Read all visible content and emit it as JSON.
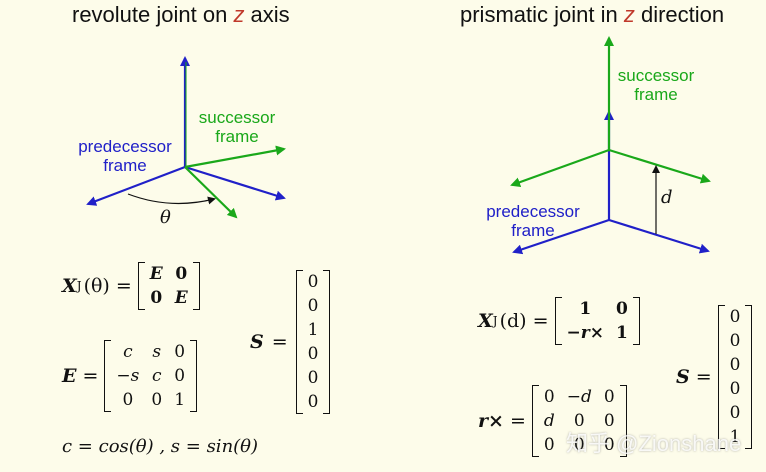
{
  "left": {
    "title_prefix": "revolute joint on ",
    "title_z": "z",
    "title_suffix": " axis",
    "successor_line1": "successor",
    "successor_line2": "frame",
    "predecessor_line1": "predecessor",
    "predecessor_line2": "frame",
    "angle_label": "θ",
    "xj_lhs": "X",
    "xj_sub": "J",
    "xj_arg": "(θ) =",
    "xj_matrix": [
      [
        "E",
        "0"
      ],
      [
        "0",
        "E"
      ]
    ],
    "e_lhs": "E",
    "e_eq": "=",
    "e_matrix": [
      [
        "c",
        "s",
        "0"
      ],
      [
        "−s",
        "c",
        "0"
      ],
      [
        "0",
        "0",
        "1"
      ]
    ],
    "s_lhs": "S",
    "s_eq": "=",
    "s_vector": [
      "0",
      "0",
      "1",
      "0",
      "0",
      "0"
    ],
    "cs_def": "c = cos(θ) ,     s = sin(θ)"
  },
  "right": {
    "title_prefix": "prismatic joint in ",
    "title_z": "z",
    "title_suffix": " direction",
    "successor_line1": "successor",
    "successor_line2": "frame",
    "predecessor_line1": "predecessor",
    "predecessor_line2": "frame",
    "d_label": "d",
    "xj_lhs": "X",
    "xj_sub": "J",
    "xj_arg": "(d) =",
    "xj_matrix": [
      [
        "1",
        "0"
      ],
      [
        "−r×",
        "1"
      ]
    ],
    "s_lhs": "S",
    "s_eq": "=",
    "s_vector": [
      "0",
      "0",
      "0",
      "0",
      "0",
      "1"
    ],
    "rx_lhs": "r×",
    "rx_eq": "=",
    "rx_matrix": [
      [
        "0",
        "−d",
        "0"
      ],
      [
        "d",
        "0",
        "0"
      ],
      [
        "0",
        "0",
        "0"
      ]
    ]
  },
  "watermark": "知乎 @Zionshane",
  "colors": {
    "background": "#fdfcea",
    "blue": "#2020c8",
    "green": "#1aa81a",
    "axis": "#2a7a7a",
    "z": "#c0392b"
  }
}
